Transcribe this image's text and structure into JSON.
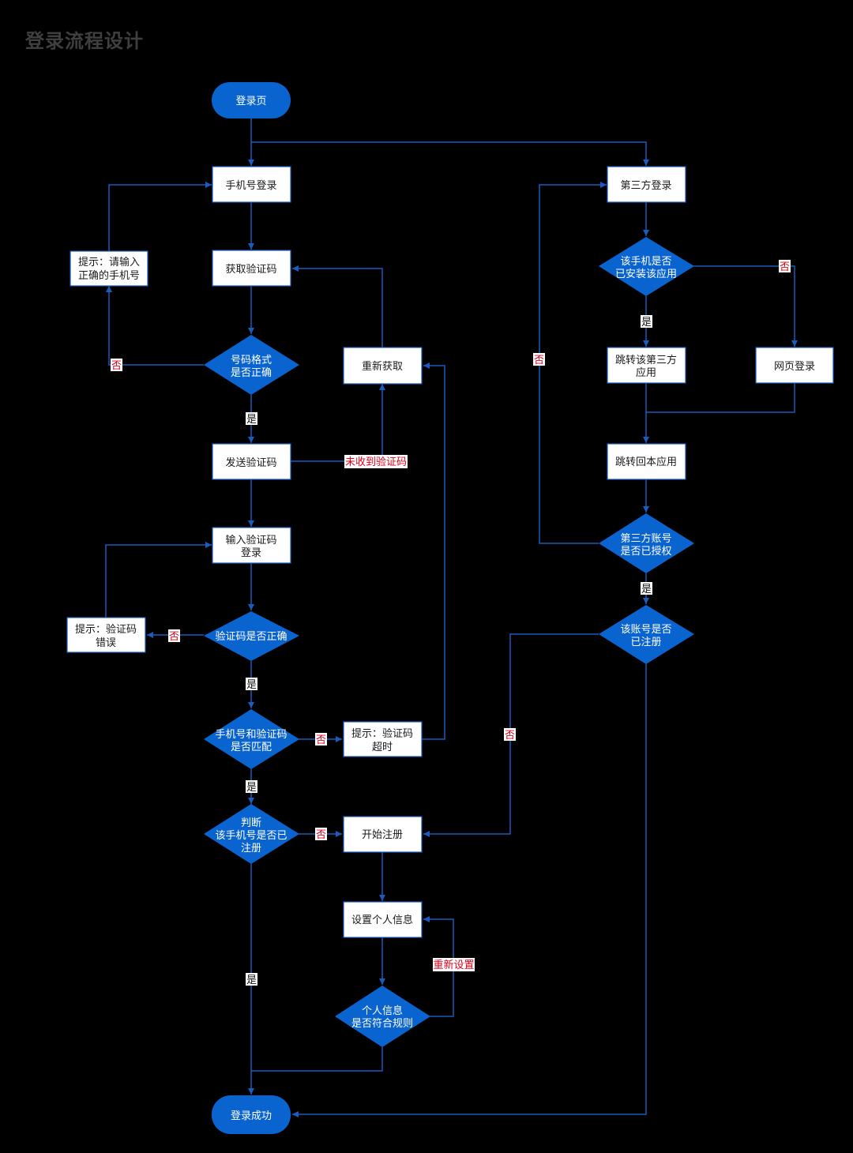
{
  "title": "登录流程设计",
  "colors": {
    "background": "#000000",
    "node_fill": "#0a64d0",
    "box_fill": "#ffffff",
    "connector": "#1a5bbd",
    "no_label": "#e0001a"
  },
  "nodes": {
    "login_page": "登录页",
    "phone_login": "手机号登录",
    "hint_phone": [
      "提示：请输入",
      "正确的手机号"
    ],
    "get_code": "获取验证码",
    "check_format": [
      "号码格式",
      "是否正确"
    ],
    "refetch": "重新获取",
    "send_code": "发送验证码",
    "enter_code": [
      "输入验证码",
      "登录"
    ],
    "hint_code_error": [
      "提示：验证码",
      "错误"
    ],
    "check_code": "验证码是否正确",
    "check_match": [
      "手机号和验证码",
      "是否匹配"
    ],
    "hint_timeout": [
      "提示：验证码",
      "超时"
    ],
    "check_registered": [
      "判断",
      "该手机号是否已",
      "注册"
    ],
    "start_register": "开始注册",
    "set_profile": "设置个人信息",
    "check_profile": [
      "个人信息",
      "是否符合规则"
    ],
    "login_success": "登录成功",
    "third_party_login": "第三方登录",
    "check_installed": [
      "该手机是否",
      "已安装该应用"
    ],
    "jump_third_app": [
      "跳转该第三方",
      "应用"
    ],
    "web_login": "网页登录",
    "jump_back": "跳转回本应用",
    "check_authorized": [
      "第三方账号",
      "是否已授权"
    ],
    "check_account_registered": [
      "该账号是否",
      "已注册"
    ]
  },
  "labels": {
    "yes": "是",
    "no": "否",
    "not_received": "未收到验证码",
    "reset": "重新设置"
  }
}
